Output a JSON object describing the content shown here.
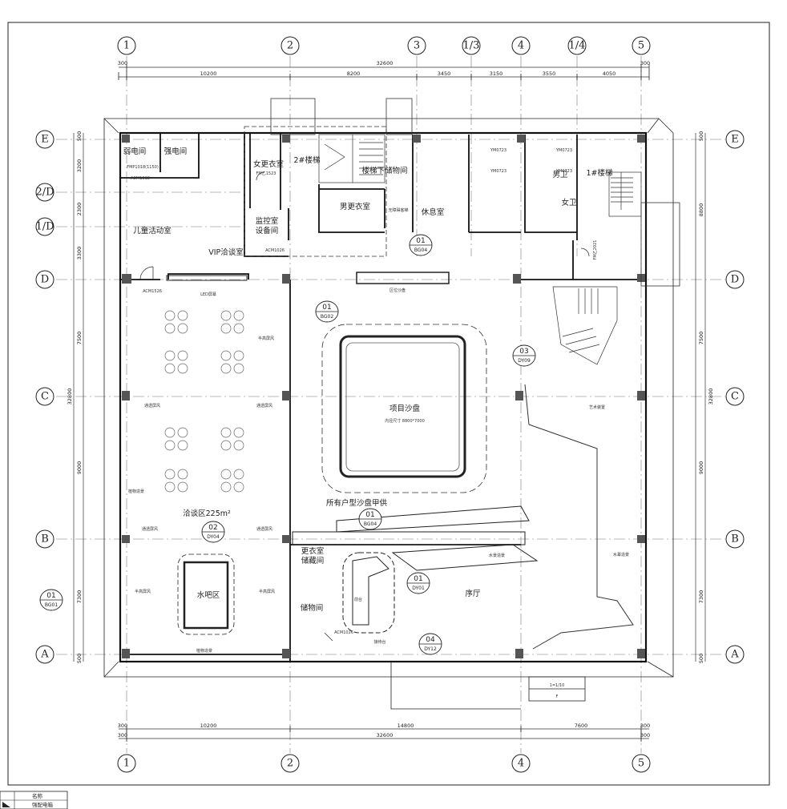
{
  "grid": {
    "top_labels": [
      "1",
      "2",
      "3",
      "1/3",
      "4",
      "1/4",
      "5"
    ],
    "bottom_labels": [
      "1",
      "2",
      "4",
      "5"
    ],
    "row_labels": [
      "E",
      "2/D",
      "1/D",
      "D",
      "C",
      "B",
      "A"
    ]
  },
  "dimensions": {
    "top_total": "32600",
    "top_edge_left": "300",
    "top_edge_right": "300",
    "top_segments": [
      "10200",
      "8200",
      "3450",
      "3150",
      "3550",
      "4050"
    ],
    "bottom_segments": [
      "10200",
      "14800",
      "7600"
    ],
    "bottom_total": "32600",
    "left_segments": [
      "3200",
      "2300",
      "3300",
      "7500",
      "9000",
      "7300"
    ],
    "left_total": "32800",
    "right_segments": [
      "8800",
      "7500",
      "9000",
      "7300"
    ],
    "right_total": "32800",
    "edge_500": "500"
  },
  "rooms": {
    "weak_room": "弱电间",
    "strong_room": "强电间",
    "kids": "儿童活动室",
    "vip": "VIP洽谈室",
    "female_locker": "女更衣室",
    "monitor": "监控室\n设备间",
    "stair2": "2#楼梯",
    "under_stair": "楼梯下储物间",
    "male_locker": "男更衣室",
    "rest": "休息室",
    "male_wc": "男卫",
    "female_wc": "女卫",
    "stair1": "1#楼梯",
    "elevator": "无障碍客梯",
    "sandtable": "项目沙盘",
    "sandtable_size": "内径尺寸 8800*7000",
    "negotiation": "洽谈区225m²",
    "bar": "水吧区",
    "locker_storage": "更衣室\n储藏间",
    "storage": "储物间",
    "front_desk": "前台",
    "hall": "序厅",
    "art": "艺术装置",
    "water_scene": "水景造景",
    "water_scene2": "水幕造景",
    "plants": "植物造景",
    "note": "所有户型沙盘甲供",
    "zone_sand": "区位沙盘",
    "led": "LED屏幕",
    "screen": "半高屏风",
    "screen2": "通透屏风",
    "reception": "接待台",
    "plant_bottom": "植物造景"
  },
  "tags": [
    {
      "num": "01",
      "code": "BG04"
    },
    {
      "num": "01",
      "code": "BG02"
    },
    {
      "num": "03",
      "code": "DY09"
    },
    {
      "num": "01",
      "code": "BG04"
    },
    {
      "num": "02",
      "code": "DY04"
    },
    {
      "num": "01",
      "code": "DY01"
    },
    {
      "num": "04",
      "code": "DY12"
    },
    {
      "num": "01",
      "code": "BG01"
    }
  ],
  "legend": {
    "header": "名称",
    "row1": "强配电箱"
  },
  "scale_box": {
    "top": "1=1/10",
    "bottom": "F"
  },
  "door_codes": {
    "d1": "FM乙1523",
    "d2": "ACM1026",
    "d3": "YM0723",
    "d4": "ACM1526",
    "d5": "FM乙2021",
    "d6": "FMP1018(1150)",
    "d7": "ACM1018"
  }
}
